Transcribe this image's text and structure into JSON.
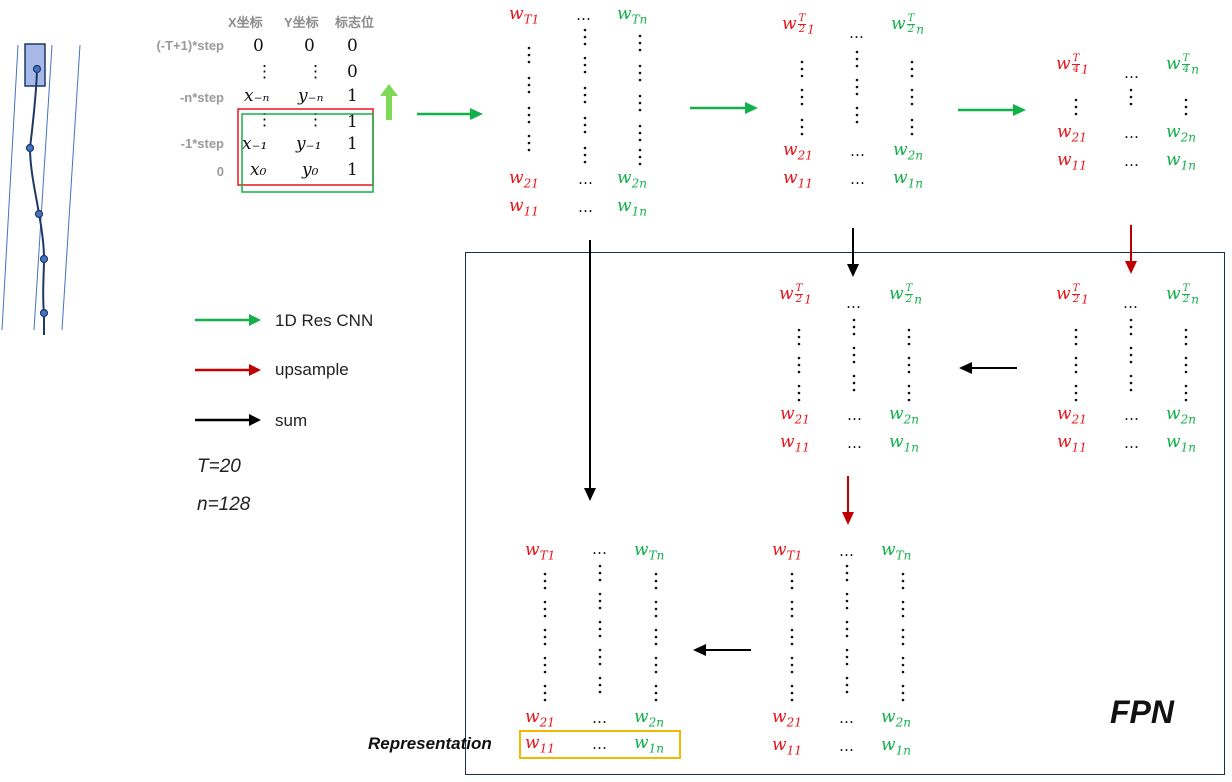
{
  "table": {
    "headers": [
      "X坐标",
      "Y坐标",
      "标志位"
    ],
    "rows": [
      {
        "label": "(-T+1)*step",
        "x": "0",
        "y": "0",
        "flag": "0"
      },
      {
        "label": "",
        "x": "⋮",
        "y": "⋮",
        "flag": "0"
      },
      {
        "label": "-n*step",
        "x": "x₋ₙ",
        "y": "y₋ₙ",
        "flag": "1"
      },
      {
        "label": "",
        "x": "⋮",
        "y": "⋮",
        "flag": "1"
      },
      {
        "label": "-1*step",
        "x": "x₋₁",
        "y": "y₋₁",
        "flag": "1"
      },
      {
        "label": "0",
        "x": "x₀",
        "y": "y₀",
        "flag": "1"
      }
    ]
  },
  "legend": [
    {
      "label": "1D Res CNN",
      "color": "#12b04a"
    },
    {
      "label": "upsample",
      "color": "#c00000"
    },
    {
      "label": "sum",
      "color": "#000000"
    }
  ],
  "params": {
    "t": "T=20",
    "n": "n=128"
  },
  "matrix": {
    "ellipsis": "…",
    "vdot": "⋮",
    "top_T": {
      "left": "w",
      "left_sub": "T1",
      "right": "w",
      "right_sub": "Tn"
    },
    "top_T2": {
      "left": "w",
      "right": "w",
      "frac_num": "T",
      "frac_den": "2",
      "left_tail": "1",
      "right_tail": "n"
    },
    "top_T4": {
      "left": "w",
      "right": "w",
      "frac_num": "T",
      "frac_den": "4",
      "left_tail": "1",
      "right_tail": "n"
    },
    "row2": {
      "left": "w",
      "left_sub": "21",
      "right": "w",
      "right_sub": "2n"
    },
    "row1": {
      "left": "w",
      "left_sub": "11",
      "right": "w",
      "right_sub": "1n"
    }
  },
  "labels": {
    "fpn": "FPN",
    "representation": "Representation"
  },
  "colors": {
    "red": "#e8141b",
    "green": "#12b04a",
    "dark_red": "#c00000",
    "highlight_box": "#f5b800",
    "frame": "#1f3140"
  }
}
